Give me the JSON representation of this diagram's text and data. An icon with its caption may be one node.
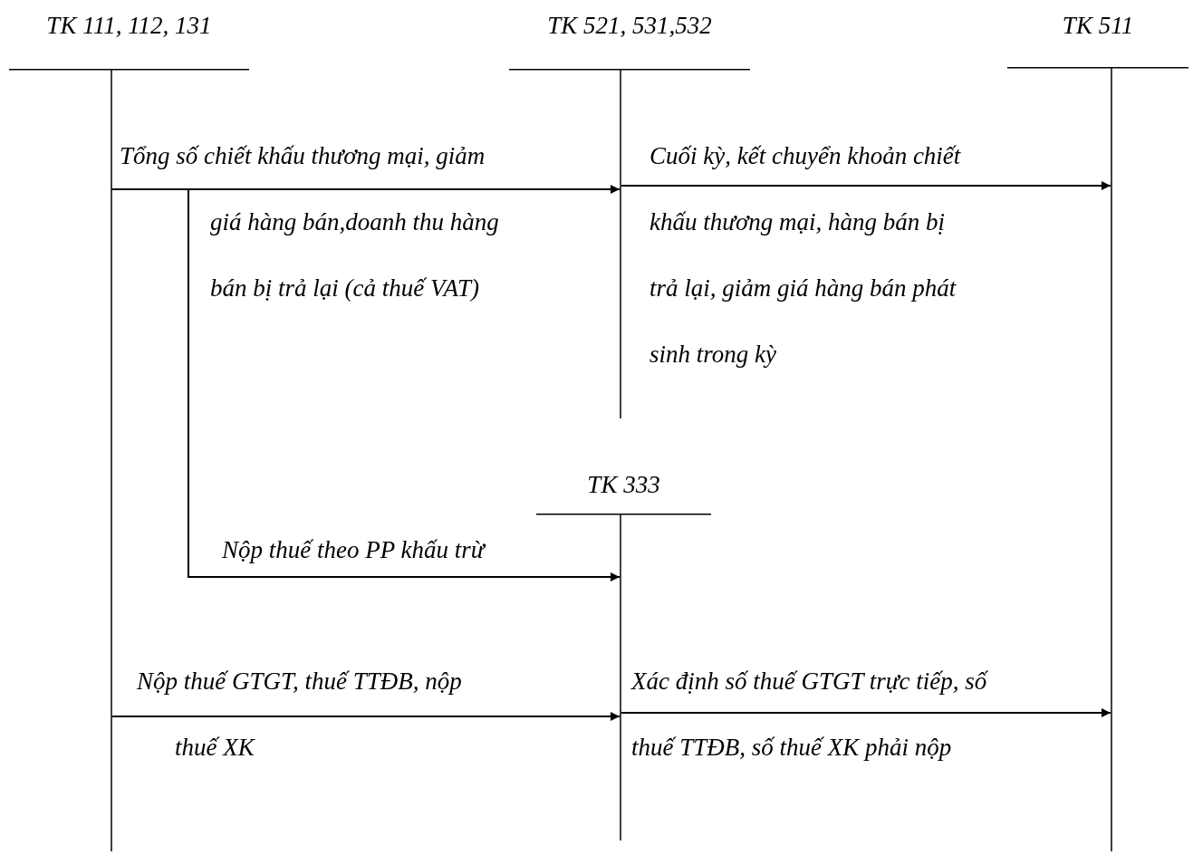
{
  "diagram": {
    "nodes": [
      {
        "text": [
          "TK 111, 112, 131"
        ]
      },
      {
        "text": [
          "TK 521, 531,532"
        ]
      },
      {
        "text": [
          "TK 511"
        ]
      },
      {
        "text": [
          "TK 333"
        ]
      }
    ],
    "edges": [
      {
        "from": 0,
        "to": 1,
        "arrow": "to",
        "label": "Tổng số chiết khấu thương mại, giảm giá hàng bán,doanh thu hàng bán bị trả lại (cả thuế VAT)"
      },
      {
        "from": 1,
        "to": 2,
        "arrow": "to",
        "label": "Cuối kỳ, kết chuyển khoản chiết khấu thương mại, hàng bán bị trả lại, giảm giá hàng bán phát sinh trong kỳ"
      },
      {
        "from": 0,
        "to": 3,
        "arrow": "to",
        "label": "Nộp thuế theo PP khấu trừ"
      },
      {
        "from": 0,
        "to": 3,
        "arrow": "to",
        "label": "Nộp thuế GTGT, thuế TTĐB, nộp thuế XK"
      },
      {
        "from": 3,
        "to": 2,
        "arrow": "to",
        "label": "Xác định số thuế GTGT trực tiếp, số thuế TTĐB, số thuế XK phải nộp"
      }
    ]
  }
}
